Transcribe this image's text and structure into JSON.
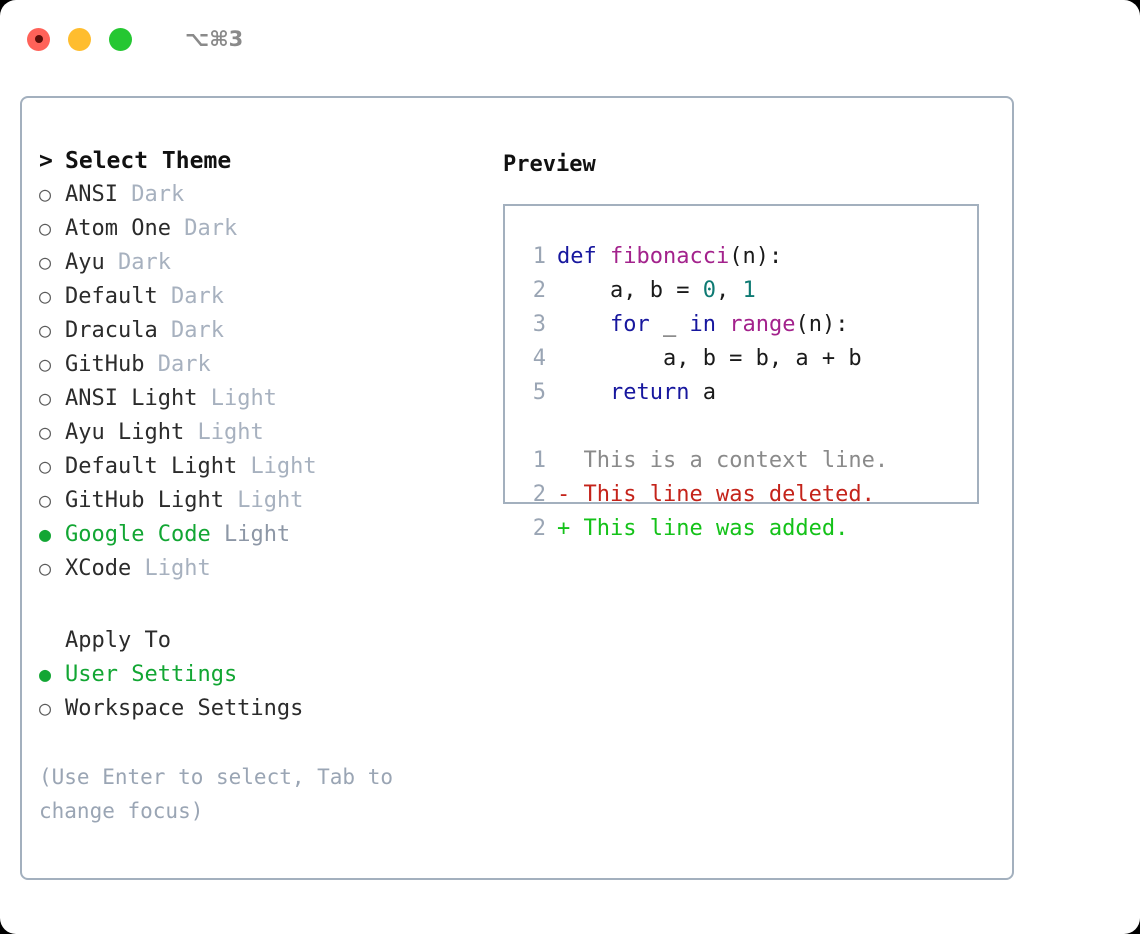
{
  "titlebar": {
    "shortcut": "⌥⌘3",
    "buttons": [
      {
        "name": "close",
        "color": "#ff6259"
      },
      {
        "name": "minimize",
        "color": "#ffbd2e"
      },
      {
        "name": "maximize",
        "color": "#25c732"
      }
    ]
  },
  "theme_picker": {
    "header": "Select Theme",
    "header_prefix": ">",
    "bullet_selected": "●",
    "bullet_unselected": "○",
    "items": [
      {
        "label": "ANSI",
        "variant": "Dark",
        "selected": false
      },
      {
        "label": "Atom One",
        "variant": "Dark",
        "selected": false
      },
      {
        "label": "Ayu",
        "variant": "Dark",
        "selected": false
      },
      {
        "label": "Default",
        "variant": "Dark",
        "selected": false
      },
      {
        "label": "Dracula",
        "variant": "Dark",
        "selected": false
      },
      {
        "label": "GitHub",
        "variant": "Dark",
        "selected": false
      },
      {
        "label": "ANSI Light",
        "variant": "Light",
        "selected": false
      },
      {
        "label": "Ayu Light",
        "variant": "Light",
        "selected": false
      },
      {
        "label": "Default Light",
        "variant": "Light",
        "selected": false
      },
      {
        "label": "GitHub Light",
        "variant": "Light",
        "selected": false
      },
      {
        "label": "Google Code",
        "variant": "Light",
        "selected": true
      },
      {
        "label": "XCode",
        "variant": "Light",
        "selected": false
      }
    ]
  },
  "apply_to": {
    "header": "Apply To",
    "items": [
      {
        "label": "User Settings",
        "selected": true
      },
      {
        "label": "Workspace Settings",
        "selected": false
      }
    ]
  },
  "hint": "(Use Enter to select, Tab to change focus)",
  "preview": {
    "title": "Preview",
    "code_lines": [
      {
        "lineno": "1",
        "tokens": [
          {
            "text": "def ",
            "type": "kw"
          },
          {
            "text": "fibonacci",
            "type": "fn"
          },
          {
            "text": "(n):",
            "type": "plain"
          }
        ]
      },
      {
        "lineno": "2",
        "tokens": [
          {
            "text": "    a, b = ",
            "type": "plain"
          },
          {
            "text": "0",
            "type": "num"
          },
          {
            "text": ", ",
            "type": "plain"
          },
          {
            "text": "1",
            "type": "num"
          }
        ]
      },
      {
        "lineno": "3",
        "tokens": [
          {
            "text": "    ",
            "type": "plain"
          },
          {
            "text": "for",
            "type": "kw"
          },
          {
            "text": " _ ",
            "type": "plain"
          },
          {
            "text": "in",
            "type": "kw"
          },
          {
            "text": " ",
            "type": "plain"
          },
          {
            "text": "range",
            "type": "fn"
          },
          {
            "text": "(n):",
            "type": "plain"
          }
        ]
      },
      {
        "lineno": "4",
        "tokens": [
          {
            "text": "        a, b = b, a + b",
            "type": "plain"
          }
        ]
      },
      {
        "lineno": "5",
        "tokens": [
          {
            "text": "    ",
            "type": "plain"
          },
          {
            "text": "return",
            "type": "kw"
          },
          {
            "text": " a",
            "type": "plain"
          }
        ]
      }
    ],
    "diff_lines": [
      {
        "lineno": "1",
        "marker": " ",
        "text": "This is a context line.",
        "kind": "ctx"
      },
      {
        "lineno": "2",
        "marker": "-",
        "text": "This line was deleted.",
        "kind": "del"
      },
      {
        "lineno": "2",
        "marker": "+",
        "text": "This line was added.",
        "kind": "add"
      }
    ]
  },
  "colors": {
    "accent_green": "#12a633",
    "border": "#a3b0be",
    "muted": "#a7b1bf",
    "keyword": "#17179e",
    "function": "#a3228c",
    "number": "#0e7a73",
    "diff_context": "#8a8a8a",
    "diff_deleted": "#c4231a",
    "diff_added": "#14c219"
  }
}
